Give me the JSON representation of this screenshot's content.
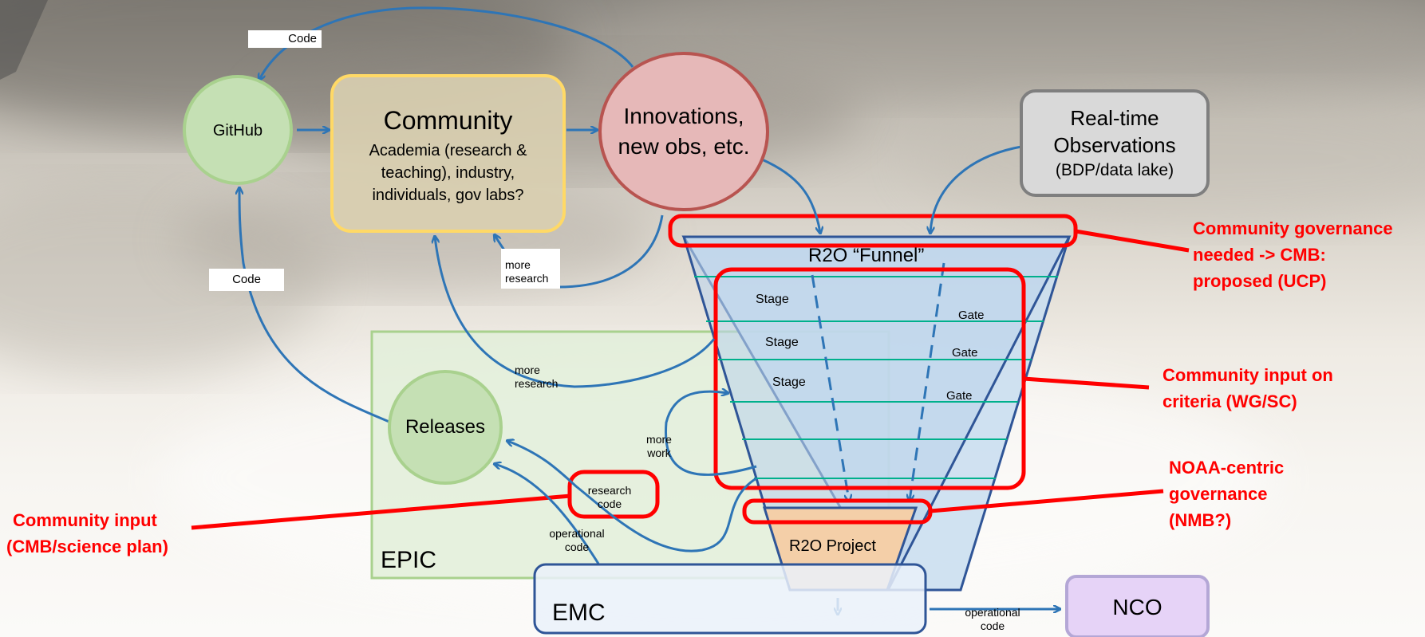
{
  "nodes": {
    "github": "GitHub",
    "community_title": "Community",
    "community_body": "Academia (research & teaching), industry, individuals, gov labs?",
    "innovations": "Innovations, new obs, etc.",
    "realtime_line1": "Real-time",
    "realtime_line2": "Observations",
    "realtime_line3": "(BDP/data lake)",
    "releases": "Releases",
    "epic": "EPIC",
    "emc": "EMC",
    "nco": "NCO",
    "funnel_title": "R2O “Funnel”",
    "r2o_project": "R2O Project"
  },
  "funnel": {
    "stages": [
      "Stage",
      "Stage",
      "Stage"
    ],
    "gates": [
      "Gate",
      "Gate",
      "Gate"
    ]
  },
  "flow_labels": {
    "code_top": "Code",
    "code_left": "Code",
    "more_research_1_line1": "more",
    "more_research_1_line2": "research",
    "more_research_2_line1": "more",
    "more_research_2_line2": "research",
    "more_work_line1": "more",
    "more_work_line2": "work",
    "research_code_line1": "research",
    "research_code_line2": "code",
    "operational_code_1_line1": "operational",
    "operational_code_1_line2": "code",
    "operational_code_2_line1": "operational",
    "operational_code_2_line2": "code"
  },
  "callouts": {
    "governance_line1": "Community governance",
    "governance_line2": "needed -> CMB:",
    "governance_line3": "proposed (UCP)",
    "criteria_line1": "Community input on",
    "criteria_line2": "criteria (WG/SC)",
    "noaa_line1": "NOAA-centric",
    "noaa_line2": "governance",
    "noaa_line3": "(NMB?)",
    "community_input_line1": "Community input",
    "community_input_line2": "(CMB/science plan)"
  },
  "colors": {
    "arrow": "#2e75b6",
    "callout_red": "#ff0000",
    "github_fill": "#c5e0b4",
    "github_border": "#a9d18e",
    "community_fill": "#d9cfb0",
    "community_border": "#ffd966",
    "innovations_fill": "#e6b8b8",
    "innovations_border": "#b85450",
    "realtime_fill": "#d9d9d9",
    "realtime_border": "#7f7f7f",
    "epic_fill": "#e2efd9",
    "epic_border": "#a9d18e",
    "funnel_fill": "#c8ddf0",
    "funnel_border": "#2f5597",
    "stage_line": "#00b08c",
    "r2o_fill": "#f4cfa8",
    "emc_fill": "#eaf1fa",
    "emc_border": "#2f5597",
    "nco_fill": "#e6d3f7",
    "nco_border": "#b4a7d6"
  }
}
